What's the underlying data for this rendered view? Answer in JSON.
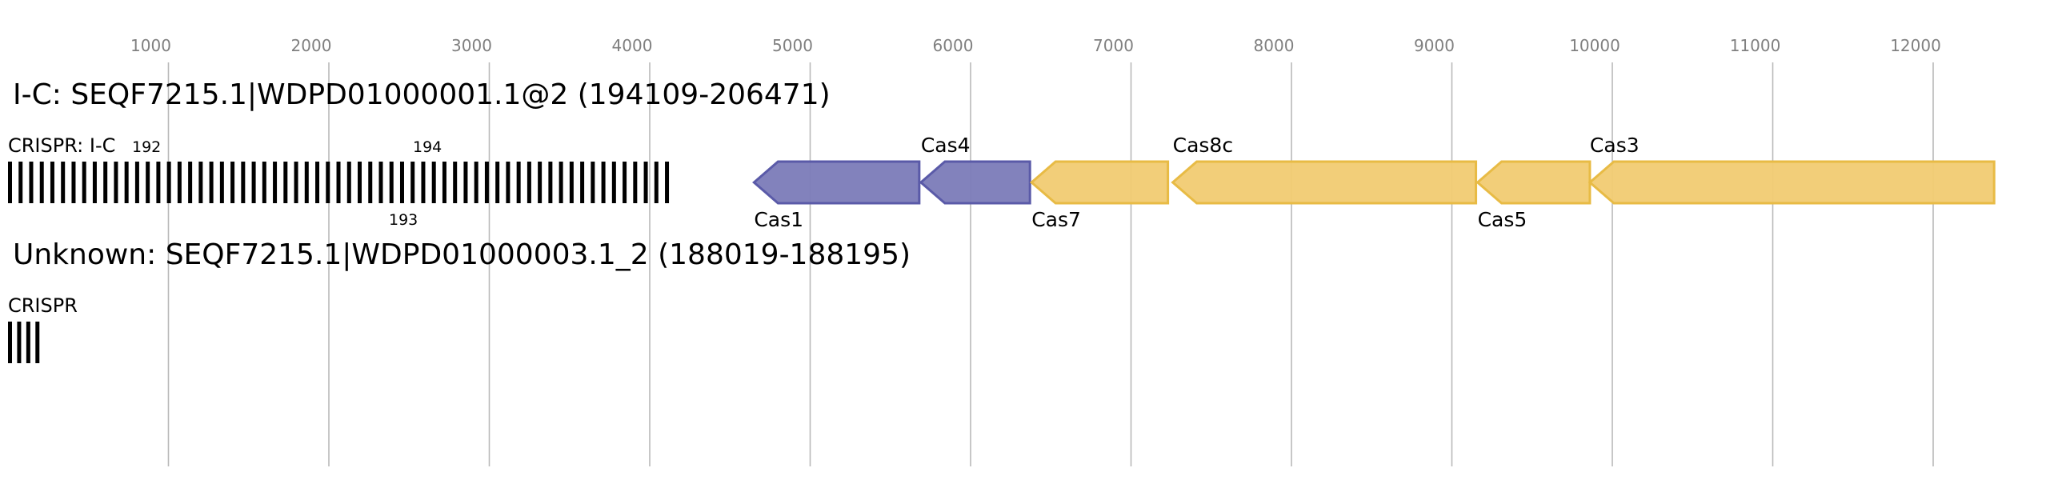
{
  "colors": {
    "background": "#ffffff",
    "grid": "#b9b9b9",
    "tick_text": "#808080",
    "repeat": "#000000",
    "adaptation_fill": "#7b7bb8",
    "adaptation_stroke": "#5a5aa8",
    "interference_fill": "#f1cb72",
    "interference_stroke": "#e8bb45"
  },
  "axis": {
    "ticks": [
      1000,
      2000,
      3000,
      4000,
      5000,
      6000,
      7000,
      8000,
      9000,
      10000,
      11000,
      12000
    ],
    "tick_labels": [
      "1000",
      "2000",
      "3000",
      "4000",
      "5000",
      "6000",
      "7000",
      "8000",
      "9000",
      "10000",
      "11000",
      "12000"
    ]
  },
  "loci": [
    {
      "title": "I-C: SEQF7215.1|WDPD01000001.1@2 (194109-206471)",
      "crispr": {
        "label": "CRISPR: I-C",
        "start": 0,
        "end": 4100,
        "repeat_count": 63,
        "spacer_labels": [
          {
            "text": "192",
            "bp": 0,
            "position": "top"
          },
          {
            "text": "194",
            "bp": 1750,
            "position": "top"
          },
          {
            "text": "193",
            "bp": 1640,
            "position": "bottom"
          }
        ]
      },
      "genes": [
        {
          "name": "Cas1",
          "start": 4650,
          "end": 5680,
          "strand": "-",
          "category": "adaptation",
          "label_position": "bottom"
        },
        {
          "name": "Cas4",
          "start": 5690,
          "end": 6370,
          "strand": "-",
          "category": "adaptation",
          "label_position": "top"
        },
        {
          "name": "Cas7",
          "start": 6380,
          "end": 7230,
          "strand": "-",
          "category": "interference",
          "label_position": "bottom"
        },
        {
          "name": "Cas8c",
          "start": 7260,
          "end": 9150,
          "strand": "-",
          "category": "interference",
          "label_position": "top"
        },
        {
          "name": "Cas5",
          "start": 9160,
          "end": 9860,
          "strand": "-",
          "category": "interference",
          "label_position": "bottom"
        },
        {
          "name": "Cas3",
          "start": 9860,
          "end": 12380,
          "strand": "-",
          "category": "interference",
          "label_position": "top"
        }
      ]
    },
    {
      "title": "Unknown: SEQF7215.1|WDPD01000003.1_2 (188019-188195)",
      "crispr": {
        "label": "CRISPR",
        "start": 0,
        "end": 176,
        "repeat_count": 4,
        "spacer_labels": []
      },
      "genes": []
    }
  ]
}
